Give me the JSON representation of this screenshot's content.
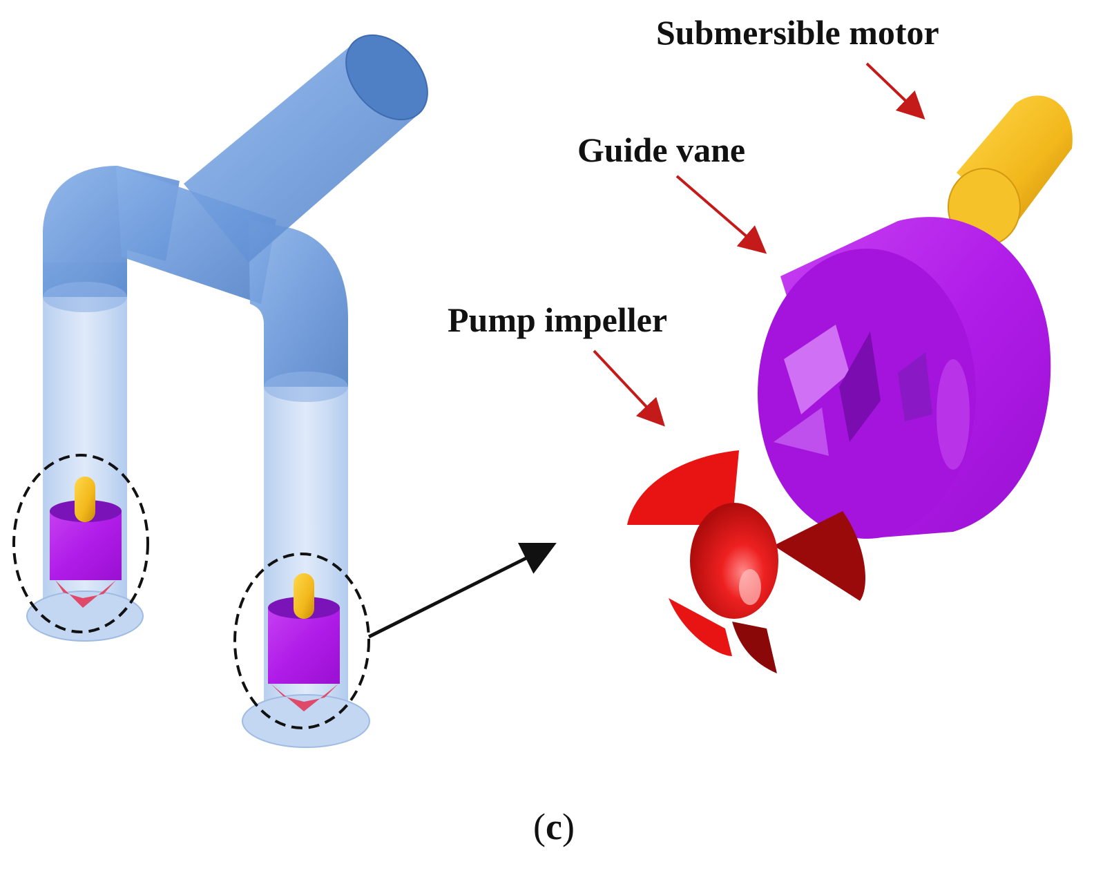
{
  "labels": {
    "submersible_motor": "Submersible motor",
    "guide_vane": "Guide vane",
    "pump_impeller": "Pump impeller",
    "caption_open": "(",
    "caption_letter": "c",
    "caption_close": ")"
  },
  "colors": {
    "pipe": "#6f9fdc",
    "pipe_dark": "#4f7fc4",
    "pipe_light": "#a9c6ee",
    "motor": "#f2b81c",
    "guide_vane": "#b01ce8",
    "impeller": "#e81414",
    "arrow_red": "#c41a1a",
    "arrow_black": "#111111"
  }
}
